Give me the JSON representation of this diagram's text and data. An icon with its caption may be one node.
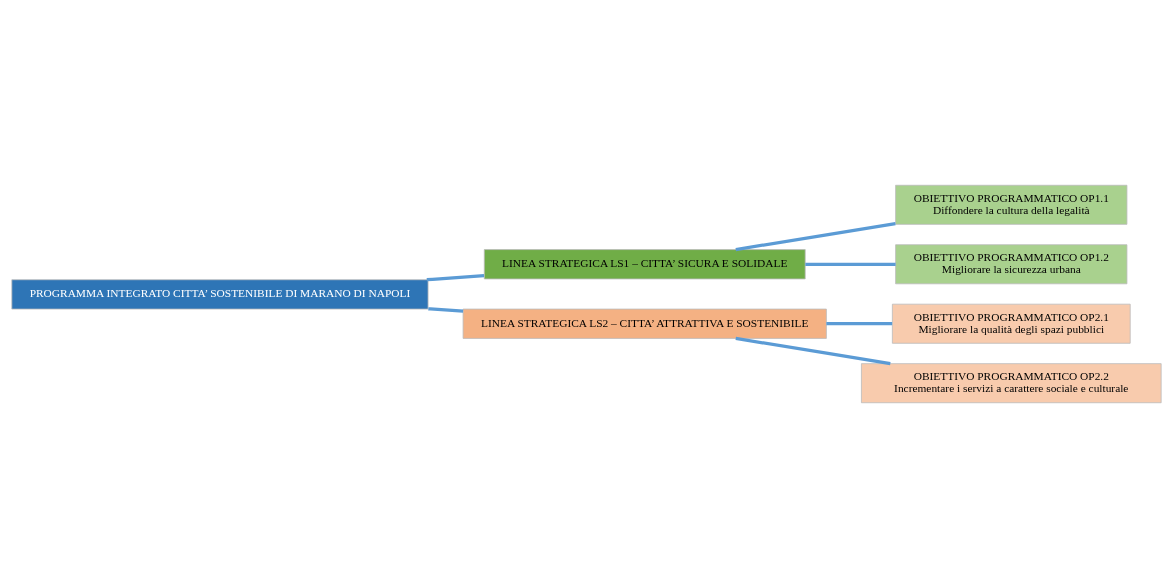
{
  "diagram": {
    "nodes": [
      {
        "text": [
          "PROGRAMMA INTEGRATO CITTA’ SOSTENIBILE DI MARANO DI NAPOLI"
        ]
      },
      {
        "text": [
          "LINEA STRATEGICA LS1 – CITTA’ SICURA E SOLIDALE"
        ]
      },
      {
        "text": [
          "OBIETTIVO PROGRAMMATICO OP1.1",
          "Diffondere la cultura della legalità"
        ]
      },
      {
        "text": [
          "OBIETTIVO PROGRAMMATICO OP1.2",
          "Migliorare la sicurezza urbana"
        ]
      },
      {
        "text": [
          "LINEA STRATEGICA LS2 – CITTA’ ATTRATTIVA E SOSTENIBILE"
        ]
      },
      {
        "text": [
          "OBIETTIVO PROGRAMMATICO OP2.1",
          "Migliorare la qualità degli spazi pubblici"
        ]
      },
      {
        "text": [
          "OBIETTIVO PROGRAMMATICO OP2.2",
          "Incrementare i servizi a carattere sociale e culturale"
        ]
      }
    ],
    "edges": [
      {
        "from": 0,
        "to": 1,
        "arrow": "none"
      },
      {
        "from": 0,
        "to": 4,
        "arrow": "none"
      },
      {
        "from": 1,
        "to": 2,
        "arrow": "none"
      },
      {
        "from": 1,
        "to": 3,
        "arrow": "none"
      },
      {
        "from": 4,
        "to": 5,
        "arrow": "none"
      },
      {
        "from": 4,
        "to": 6,
        "arrow": "none"
      }
    ]
  }
}
